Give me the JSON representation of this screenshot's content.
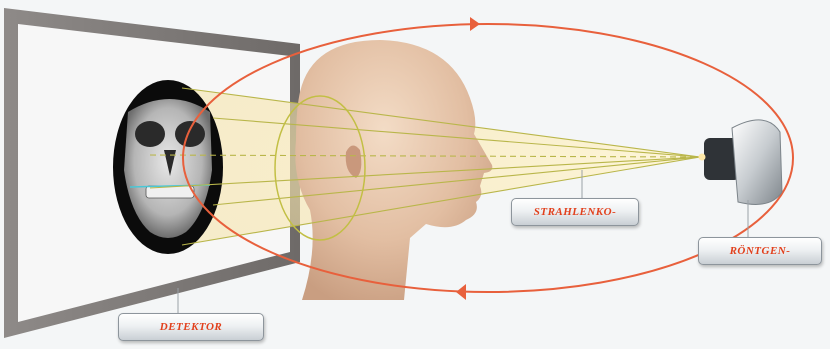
{
  "labels": {
    "detector": "DETEKTOR",
    "beam": "STRAHLENKO-",
    "xray": "RÖNTGEN-"
  },
  "colors": {
    "background": "#f4f6f7",
    "orbit": "#e8603c",
    "beam_lines": "#b9b64a",
    "label_text": "#e2401c"
  },
  "icons": {
    "detector_image": "skull-xray",
    "source": "xray-tube",
    "subject": "head-profile"
  }
}
